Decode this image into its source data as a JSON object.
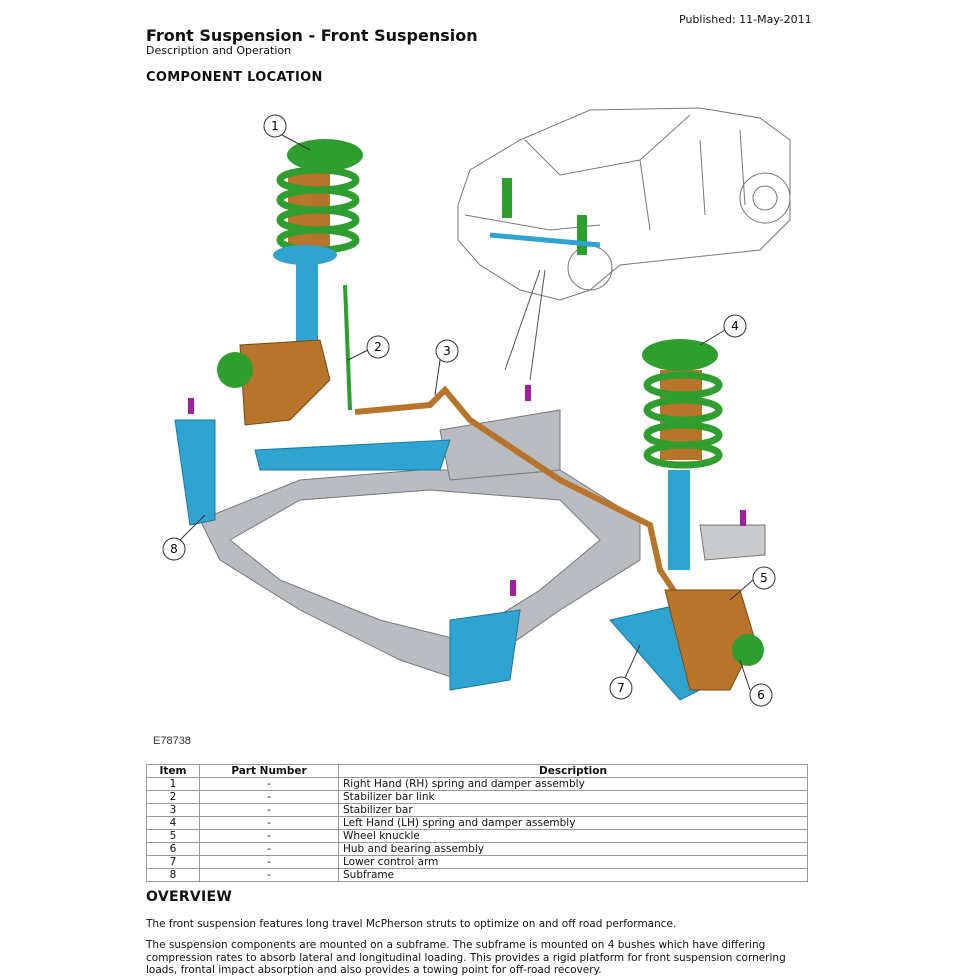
{
  "header": {
    "published": "Published: 11-May-2011",
    "title": "Front Suspension - Front Suspension",
    "subtitle": "Description and Operation"
  },
  "section_component_location": "COMPONENT LOCATION",
  "figure": {
    "id": "E78738",
    "callouts": [
      "1",
      "2",
      "3",
      "4",
      "5",
      "6",
      "7",
      "8"
    ],
    "colors": {
      "spring": "#2e9e2e",
      "strut": "#2fa4d0",
      "knuckle": "#b8742a",
      "subframe": "#b9bcc0",
      "bolt": "#a020a0"
    }
  },
  "table": {
    "headers": [
      "Item",
      "Part Number",
      "Description"
    ],
    "rows": [
      [
        "1",
        "-",
        "Right Hand (RH) spring and damper assembly"
      ],
      [
        "2",
        "-",
        "Stabilizer bar link"
      ],
      [
        "3",
        "-",
        "Stabilizer bar"
      ],
      [
        "4",
        "-",
        "Left Hand (LH) spring and damper assembly"
      ],
      [
        "5",
        "-",
        "Wheel knuckle"
      ],
      [
        "6",
        "-",
        "Hub and bearing assembly"
      ],
      [
        "7",
        "-",
        "Lower control arm"
      ],
      [
        "8",
        "-",
        "Subframe"
      ]
    ]
  },
  "section_overview": "OVERVIEW",
  "overview": [
    "The front suspension features long travel McPherson struts to optimize on and off road performance.",
    "The suspension components are mounted on a subframe. The subframe is mounted on 4 bushes which have differing compression rates to absorb lateral and longitudinal loading. This provides a rigid platform for front suspension cornering loads, frontal impact absorption and also provides a towing point for off-road recovery."
  ]
}
